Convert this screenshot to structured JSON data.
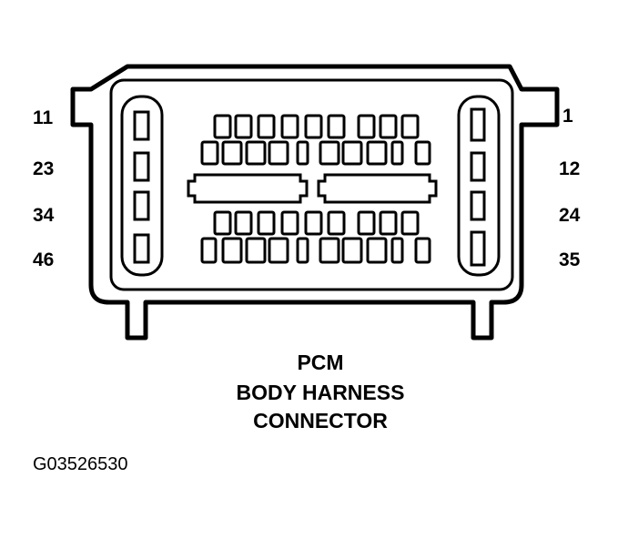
{
  "pin_labels": {
    "left": [
      "11",
      "23",
      "34",
      "46"
    ],
    "right": [
      "1",
      "12",
      "24",
      "35"
    ]
  },
  "caption": {
    "line1": "PCM",
    "line2": "BODY HARNESS",
    "line3": "CONNECTOR"
  },
  "figure_id": "G03526530",
  "colors": {
    "stroke": "#000000",
    "background": "#ffffff"
  }
}
